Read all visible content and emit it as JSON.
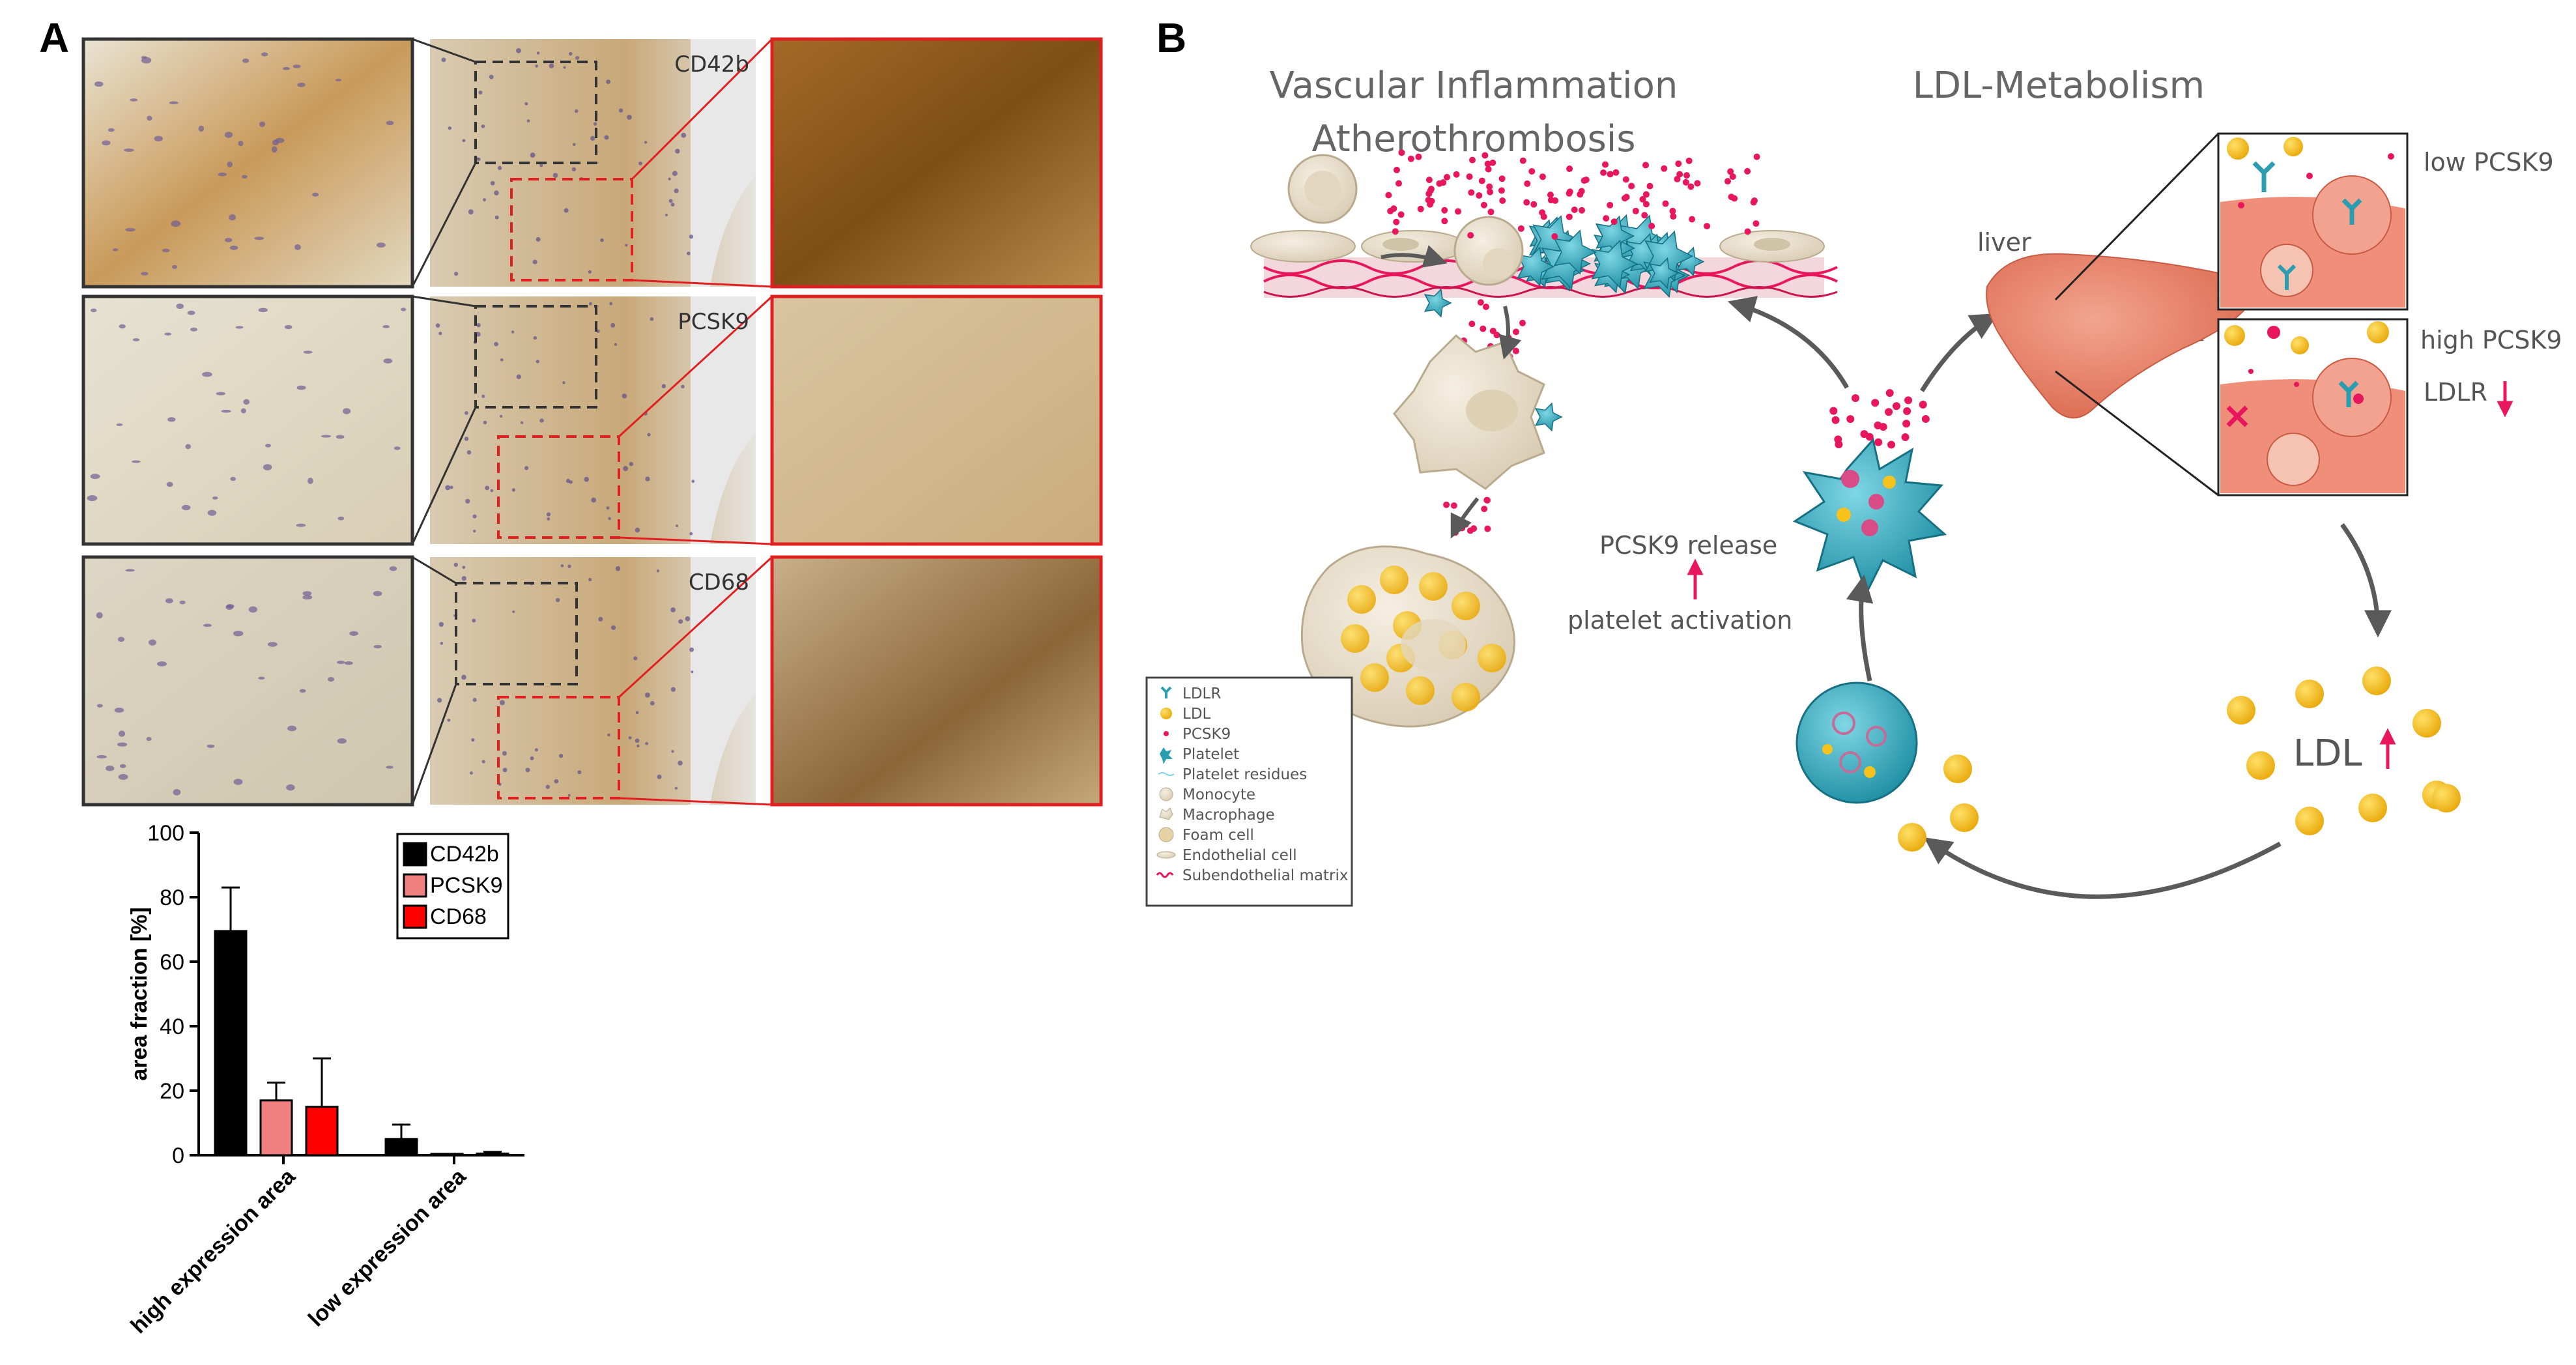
{
  "panel_a": {
    "letter": "A",
    "micro_rows": [
      {
        "marker": "CD42b"
      },
      {
        "marker": "PCSK9"
      },
      {
        "marker": "CD68"
      }
    ]
  },
  "chart_data": {
    "type": "bar",
    "categories": [
      "high expression area",
      "low expression area"
    ],
    "series": [
      {
        "name": "CD42b",
        "values": [
          69.5,
          5
        ],
        "errors": [
          13.5,
          4.5
        ]
      },
      {
        "name": "PCSK9",
        "values": [
          17,
          0
        ],
        "errors": [
          5.5,
          0
        ]
      },
      {
        "name": "CD68",
        "values": [
          15,
          0.5
        ],
        "errors": [
          15,
          0.5
        ]
      }
    ],
    "ylabel": "area fraction [%]",
    "ylim": [
      0,
      100
    ],
    "yticks": [
      0,
      20,
      40,
      60,
      80,
      100
    ],
    "legend_position": "top-right",
    "grid": false
  },
  "panel_b": {
    "letter": "B",
    "title_left_line1": "Vascular Inflammation",
    "title_left_line2": "Atherothrombosis",
    "title_right": "LDL-Metabolism",
    "liver_label": "liver",
    "low_pcsk9": "low PCSK9",
    "high_pcsk9": "high PCSK9",
    "ldlr_down": "LDLR",
    "pcsk9_release": "PCSK9 release",
    "platelet_activation": "platelet activation",
    "ldl_label": "LDL",
    "legend_items": [
      "LDLR",
      "LDL",
      "PCSK9",
      "Platelet",
      "Platelet residues",
      "Monocyte",
      "Macrophage",
      "Foam cell",
      "Endothelial cell",
      "Subendothelial matrix"
    ]
  },
  "colors": {
    "cd42b": "#000000",
    "pcsk9": "#f08080",
    "cd68": "#ff0000",
    "accent_red": "#e8175d",
    "teal": "#2a9db0",
    "ldl_yellow": "#f6c21b",
    "liver": "#e9826b",
    "arrow_grey": "#5a5a5a"
  }
}
